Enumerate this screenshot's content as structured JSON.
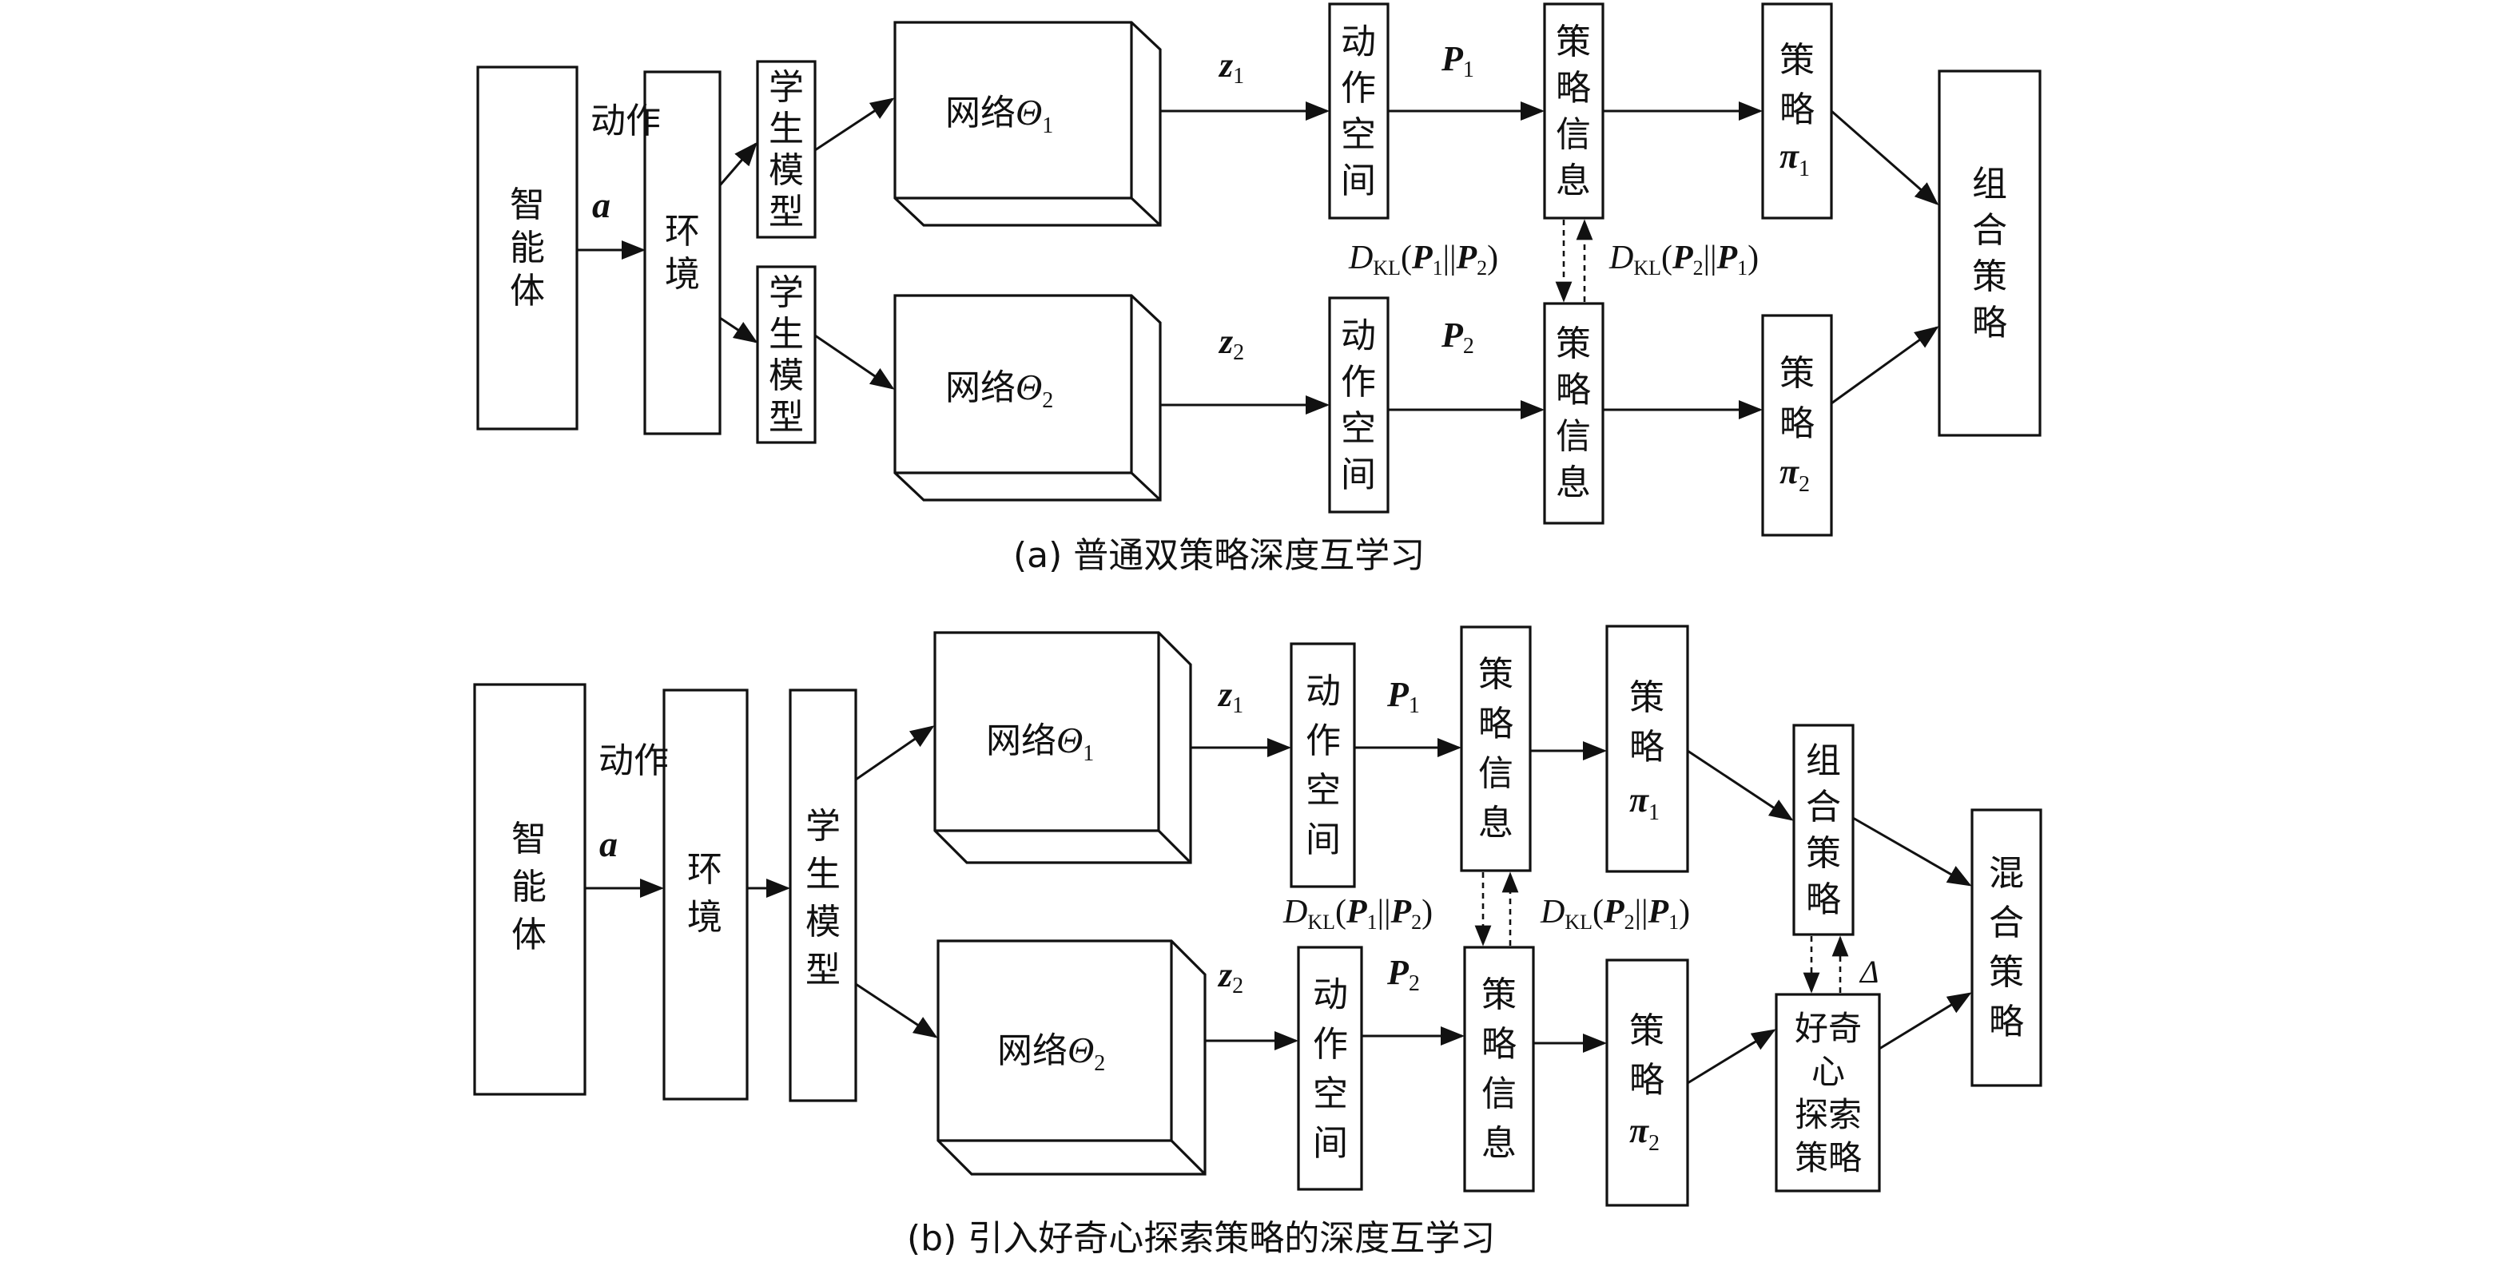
{
  "panel_a": {
    "caption": "(a) 普通双策略深度互学习",
    "agent": "智能体",
    "action_label": "动作",
    "action_symbol": "a",
    "environment": "环境",
    "student_model_1": "学生模型",
    "student_model_2": "学生模型",
    "network_1": {
      "prefix": "网络",
      "symbol": "Θ",
      "index": "1"
    },
    "network_2": {
      "prefix": "网络",
      "symbol": "Θ",
      "index": "2"
    },
    "z_1": {
      "symbol": "z",
      "index": "1"
    },
    "z_2": {
      "symbol": "z",
      "index": "2"
    },
    "action_space_1": "动作空间",
    "action_space_2": "动作空间",
    "p_1": {
      "symbol": "P",
      "index": "1"
    },
    "p_2": {
      "symbol": "P",
      "index": "2"
    },
    "policy_info_1": "策略信息",
    "policy_info_2": "策略信息",
    "policy_1": {
      "label": "策略",
      "symbol": "π",
      "index": "1"
    },
    "policy_2": {
      "label": "策略",
      "symbol": "π",
      "index": "2"
    },
    "dkl_left": {
      "d": "D",
      "sub": "KL",
      "a": "P",
      "ai": "1",
      "sep": "||",
      "b": "P",
      "bi": "2"
    },
    "dkl_right": {
      "d": "D",
      "sub": "KL",
      "a": "P",
      "ai": "2",
      "sep": "||",
      "b": "P",
      "bi": "1"
    },
    "combined_policy": "组合策略"
  },
  "panel_b": {
    "caption": "(b) 引入好奇心探索策略的深度互学习",
    "agent": "智能体",
    "action_label": "动作",
    "action_symbol": "a",
    "environment": "环境",
    "student_model": "学生模型",
    "network_1": {
      "prefix": "网络",
      "symbol": "Θ",
      "index": "1"
    },
    "network_2": {
      "prefix": "网络",
      "symbol": "Θ",
      "index": "2"
    },
    "z_1": {
      "symbol": "z",
      "index": "1"
    },
    "z_2": {
      "symbol": "z",
      "index": "2"
    },
    "action_space_1": "动作空间",
    "action_space_2": "动作空间",
    "p_1": {
      "symbol": "P",
      "index": "1"
    },
    "p_2": {
      "symbol": "P",
      "index": "2"
    },
    "policy_info_1": "策略信息",
    "policy_info_2": "策略信息",
    "policy_1": {
      "label": "策略",
      "symbol": "π",
      "index": "1"
    },
    "policy_2": {
      "label": "策略",
      "symbol": "π",
      "index": "2"
    },
    "dkl_left": {
      "d": "D",
      "sub": "KL",
      "a": "P",
      "ai": "1",
      "sep": "||",
      "b": "P",
      "bi": "2"
    },
    "dkl_right": {
      "d": "D",
      "sub": "KL",
      "a": "P",
      "ai": "2",
      "sep": "||",
      "b": "P",
      "bi": "1"
    },
    "combined_policy": "组合策略",
    "curiosity_policy": "好奇心探索策略",
    "delta": "Δ",
    "mixed_policy": "混合策略"
  }
}
